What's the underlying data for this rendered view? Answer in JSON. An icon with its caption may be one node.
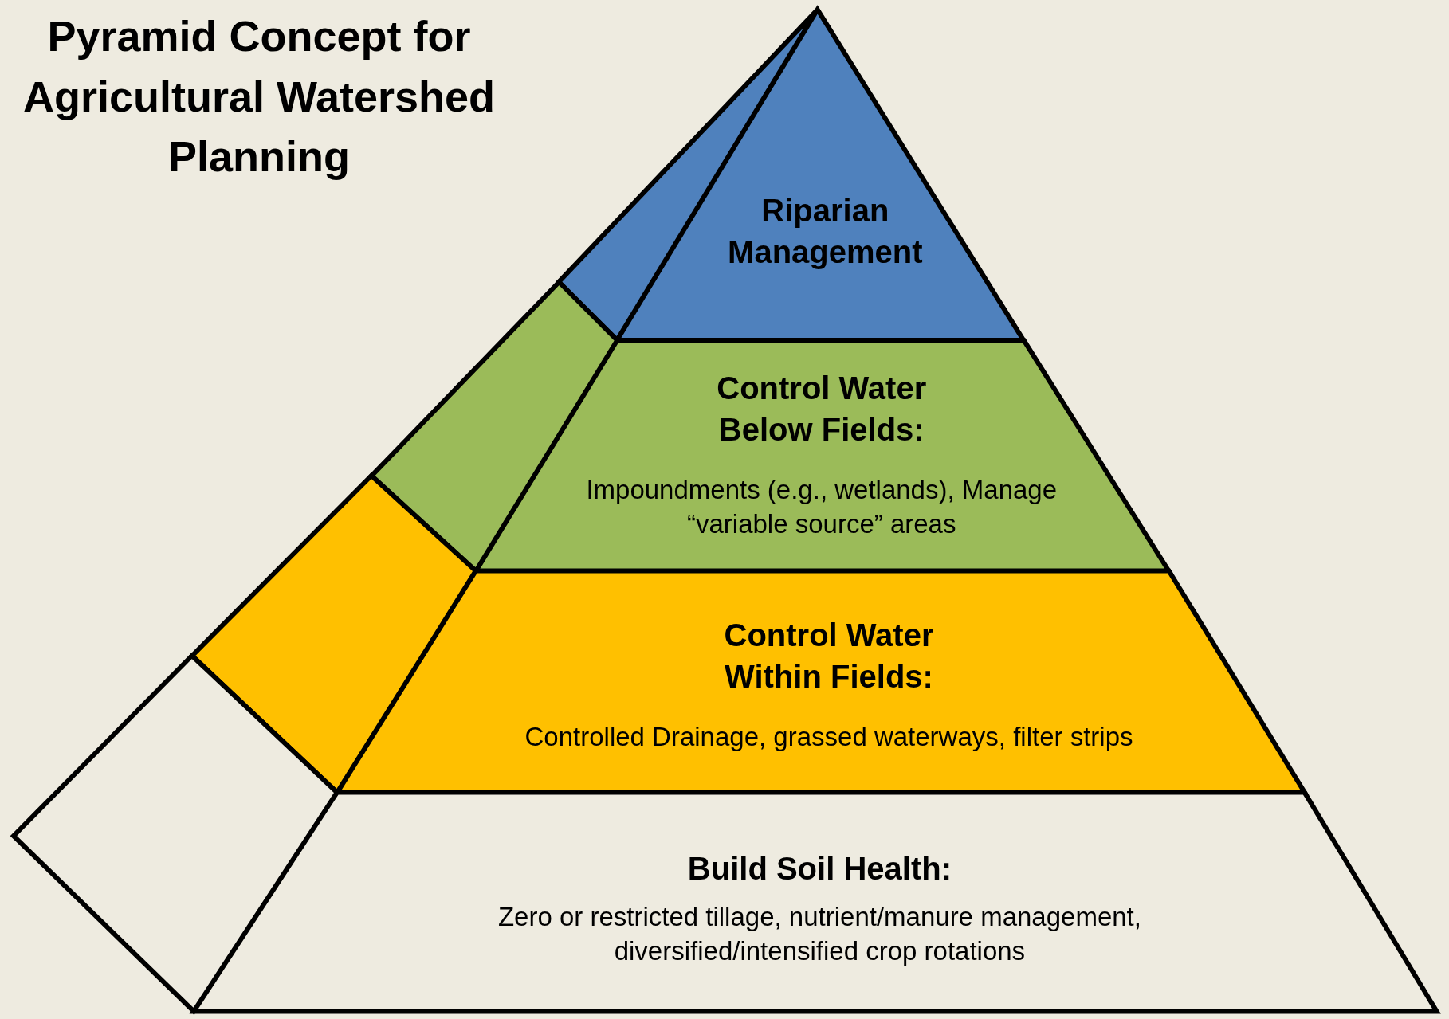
{
  "diagram": {
    "title": "Pyramid Concept for Agricultural Watershed Planning",
    "nodes": [
      {
        "text": [
          "Riparian Management"
        ]
      },
      {
        "text": [
          "Control Water Below Fields:",
          "Impoundments (e.g., wetlands), Manage “variable source” areas"
        ]
      },
      {
        "text": [
          "Control Water Within Fields:",
          "Controlled Drainage, grassed waterways, filter strips"
        ]
      },
      {
        "text": [
          "Build Soil Health:",
          "Zero or restricted tillage, nutrient/manure management, diversified/intensified crop rotations"
        ]
      }
    ]
  }
}
